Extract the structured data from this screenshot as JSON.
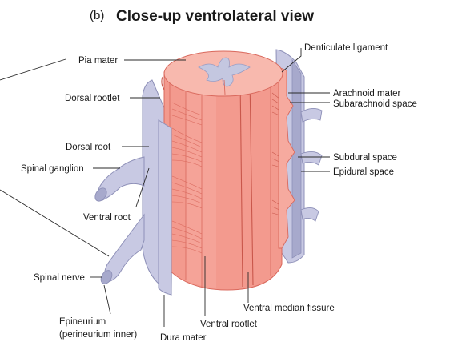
{
  "title": {
    "panel_letter": "(b)",
    "text": "Close-up ventrolateral view"
  },
  "labels": {
    "pia_mater": "Pia mater",
    "dorsal_rootlet": "Dorsal rootlet",
    "dorsal_root": "Dorsal root",
    "spinal_ganglion": "Spinal ganglion",
    "ventral_root": "Ventral root",
    "spinal_nerve": "Spinal nerve",
    "epineurium_line1": "Epineurium",
    "epineurium_line2": "(perineurium inner)",
    "dura_mater": "Dura mater",
    "ventral_rootlet": "Ventral rootlet",
    "ventral_median_fissure": "Ventral median fissure",
    "subdural_space": "Subdural space",
    "epidural_space": "Epidural space",
    "arachnoid_mater": "Arachnoid mater",
    "subarachnoid_space": "Subarachnoid space",
    "denticulate_ligament": "Denticulate ligament"
  },
  "colors": {
    "cord": "#f39a8e",
    "cord_light": "#f8b9ae",
    "cord_line": "#d9685c",
    "meninges": "#c8c9e3",
    "meninges_dark": "#a7a9cc",
    "grey_matter": "#c4c7e0",
    "leader": "#2a2a2a"
  }
}
